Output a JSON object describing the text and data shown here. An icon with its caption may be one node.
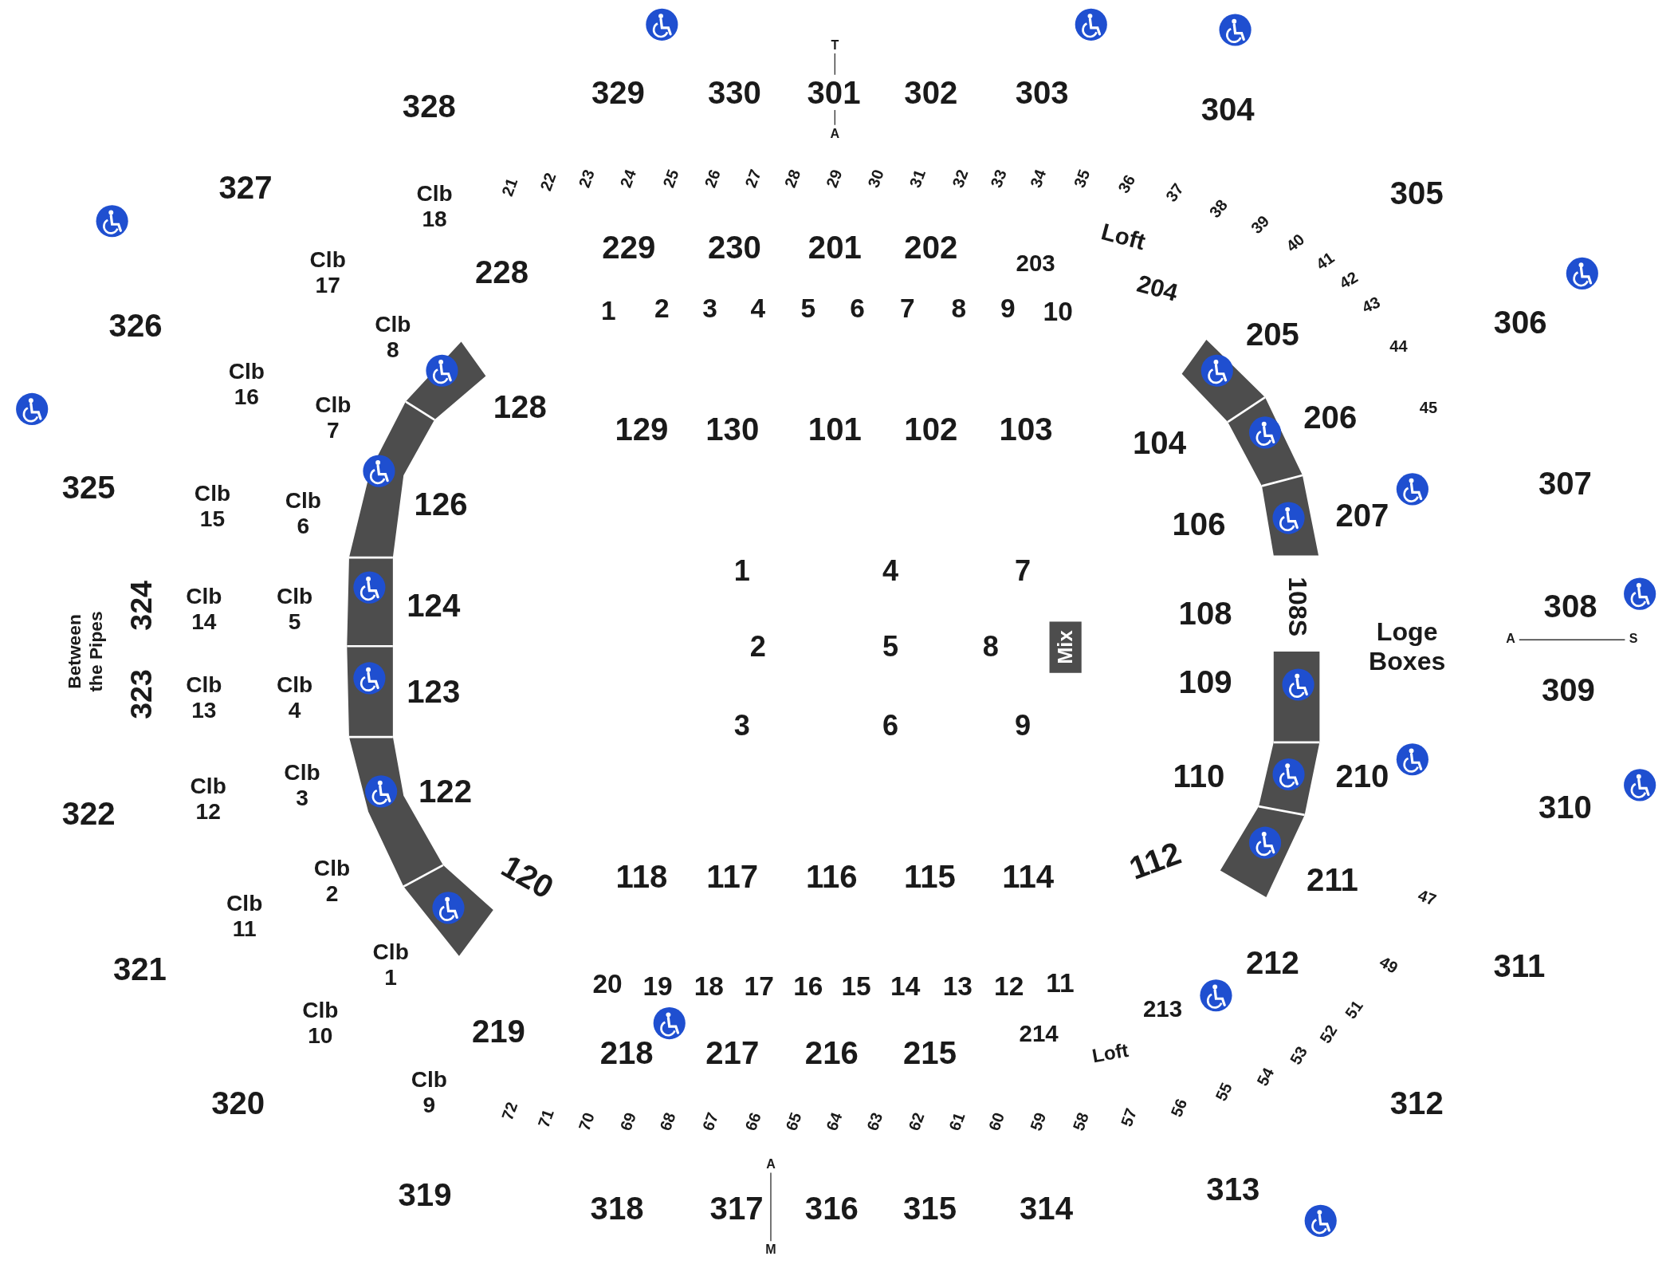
{
  "diagram": {
    "nodes": [
      {
        "text": [
          "Mix"
        ]
      }
    ],
    "labels": [
      "T",
      "A",
      "A",
      "S",
      "A",
      "M",
      "328",
      "329",
      "330",
      "301",
      "302",
      "303",
      "304",
      "305",
      "306",
      "307",
      "308",
      "309",
      "310",
      "311",
      "312",
      "313",
      "314",
      "315",
      "316",
      "317",
      "318",
      "319",
      "320",
      "321",
      "322",
      "323",
      "324",
      "325",
      "326",
      "327",
      "21",
      "22",
      "23",
      "24",
      "25",
      "26",
      "27",
      "28",
      "29",
      "30",
      "31",
      "32",
      "33",
      "34",
      "35",
      "36",
      "37",
      "38",
      "39",
      "40",
      "41",
      "42",
      "43",
      "44",
      "45",
      "47",
      "49",
      "51",
      "52",
      "53",
      "54",
      "55",
      "56",
      "57",
      "58",
      "59",
      "60",
      "61",
      "62",
      "63",
      "64",
      "65",
      "66",
      "67",
      "68",
      "69",
      "70",
      "71",
      "72",
      "Clb 18",
      "Clb 17",
      "Clb 8",
      "Clb 16",
      "Clb 7",
      "Clb 15",
      "Clb 6",
      "Clb 14",
      "Clb 5",
      "Clb 13",
      "Clb 4",
      "Clb 12",
      "Clb 3",
      "Clb 2",
      "Clb 11",
      "Clb 1",
      "Clb 10",
      "Clb 9",
      "229",
      "230",
      "201",
      "202",
      "203",
      "Loft",
      "204",
      "205",
      "206",
      "207",
      "108S",
      "Loge Boxes",
      "210",
      "211",
      "212",
      "213",
      "214",
      "Loft",
      "215",
      "216",
      "217",
      "218",
      "219",
      "228",
      "1",
      "2",
      "3",
      "4",
      "5",
      "6",
      "7",
      "8",
      "9",
      "10",
      "20",
      "19",
      "18",
      "17",
      "16",
      "15",
      "14",
      "13",
      "12",
      "11",
      "128",
      "129",
      "130",
      "101",
      "102",
      "103",
      "104",
      "106",
      "108",
      "109",
      "110",
      "112",
      "114",
      "115",
      "116",
      "117",
      "118",
      "120",
      "122",
      "123",
      "124",
      "126",
      "1",
      "4",
      "7",
      "2",
      "5",
      "8",
      "3",
      "6",
      "9",
      "Between the Pipes"
    ]
  }
}
